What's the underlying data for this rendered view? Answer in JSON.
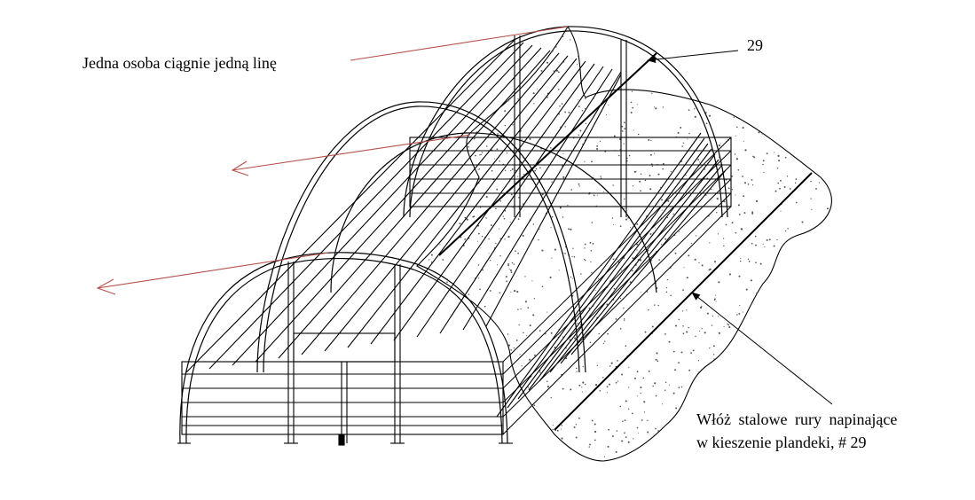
{
  "labels": {
    "pull_note": "Jedna osoba ciągnie jedną linę",
    "ref_number": "29",
    "insert_line1": "Włóż stalowe rury napinające",
    "insert_line2": "w kieszenie plandeki, # 29"
  },
  "colors": {
    "line": "#000000",
    "arrow_red": "#b5524a",
    "tarp_dots": "#555555"
  },
  "icons": {
    "arrow": "pull-arrow-icon",
    "leader": "leader-arrow-icon"
  }
}
